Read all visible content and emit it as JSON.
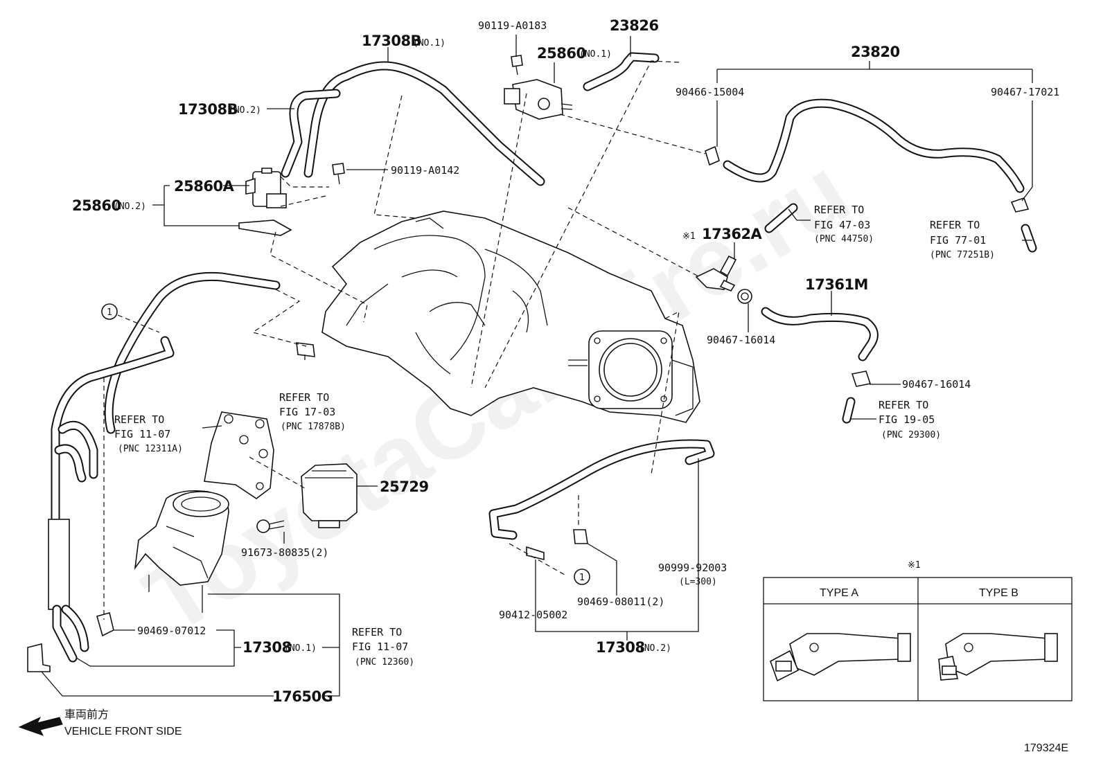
{
  "watermark": "ToyotaCarWire.ru",
  "figure_id": "179324E",
  "direction": {
    "jp": "車両前方",
    "en": "VEHICLE FRONT SIDE"
  },
  "parts": {
    "p17308B_no1": {
      "num": "17308B",
      "note": "(NO.1)"
    },
    "p17308B_no2": {
      "num": "17308B",
      "note": "(NO.2)"
    },
    "p25860A": {
      "num": "25860A"
    },
    "p25860_no2": {
      "num": "25860",
      "note": "(NO.2)"
    },
    "p90119_A0183": {
      "num": "90119-A0183"
    },
    "p90119_A0142": {
      "num": "90119-A0142"
    },
    "p25860_no1": {
      "num": "25860",
      "note": "(NO.1)"
    },
    "p23826": {
      "num": "23826"
    },
    "p23820": {
      "num": "23820"
    },
    "p90466_15004": {
      "num": "90466-15004"
    },
    "p90467_17021": {
      "num": "90467-17021"
    },
    "p17362A": {
      "prefix": "※1",
      "num": "17362A"
    },
    "p17361M": {
      "num": "17361M"
    },
    "p90467_16014a": {
      "num": "90467-16014"
    },
    "p90467_16014b": {
      "num": "90467-16014"
    },
    "p25729": {
      "num": "25729"
    },
    "p91673": {
      "num": "91673-80835(2)"
    },
    "p90469_07012": {
      "num": "90469-07012"
    },
    "p17308_no1": {
      "num": "17308",
      "note": "(NO.1)"
    },
    "p17650G": {
      "num": "17650G"
    },
    "p90999": {
      "num": "90999-92003",
      "note": "(L=300)"
    },
    "p90469_08011": {
      "num": "90469-08011(2)"
    },
    "p90412": {
      "num": "90412-05002"
    },
    "p17308_no2": {
      "num": "17308",
      "note": "(NO.2)"
    }
  },
  "refs": {
    "fig47": {
      "l1": "REFER TO",
      "l2": "FIG 47-03",
      "l3": "(PNC 44750)"
    },
    "fig77": {
      "l1": "REFER TO",
      "l2": "FIG 77-01",
      "l3": "(PNC 77251B)"
    },
    "fig17": {
      "l1": "REFER TO",
      "l2": "FIG 17-03",
      "l3": "(PNC 17878B)"
    },
    "fig11a": {
      "l1": "REFER TO",
      "l2": "FIG 11-07",
      "l3": "(PNC 12311A)"
    },
    "fig19": {
      "l1": "REFER TO",
      "l2": "FIG 19-05",
      "l3": "(PNC 29300)"
    },
    "fig11b": {
      "l1": "REFER TO",
      "l2": "FIG 11-07",
      "l3": "(PNC 12360)"
    }
  },
  "callout": "1",
  "type_table": {
    "mark": "※1",
    "type_a": "TYPE A",
    "type_b": "TYPE B"
  }
}
